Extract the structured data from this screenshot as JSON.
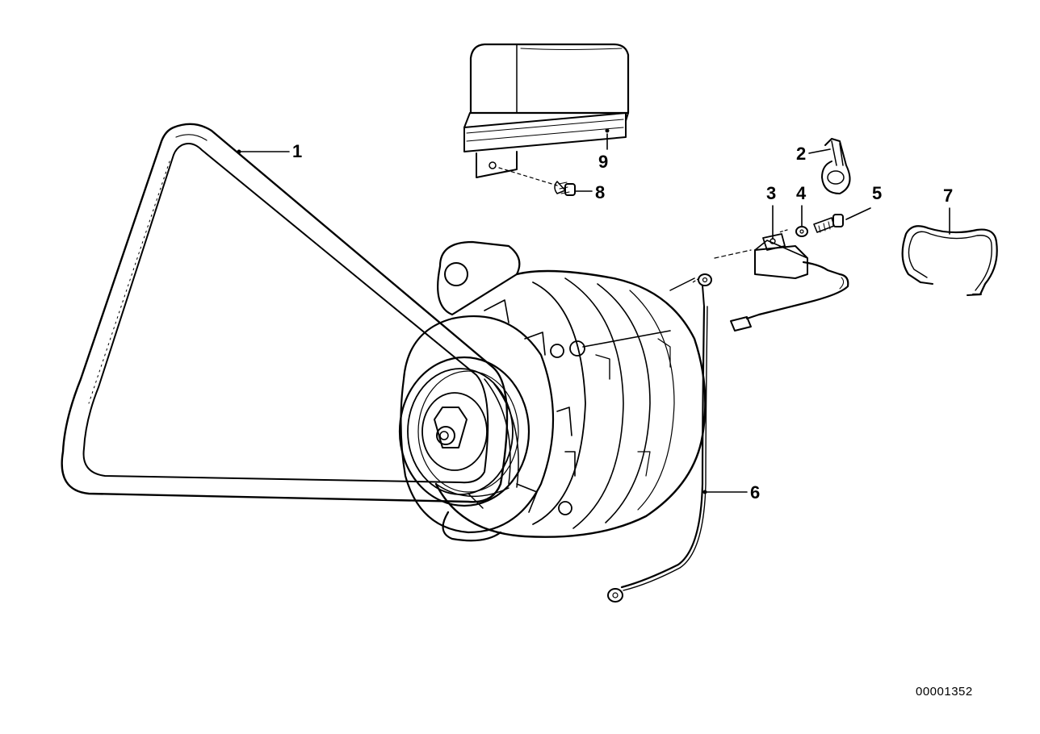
{
  "diagram": {
    "callouts": [
      {
        "id": "1",
        "label": "1"
      },
      {
        "id": "2",
        "label": "2"
      },
      {
        "id": "3",
        "label": "3"
      },
      {
        "id": "4",
        "label": "4"
      },
      {
        "id": "5",
        "label": "5"
      },
      {
        "id": "6",
        "label": "6"
      },
      {
        "id": "7",
        "label": "7"
      },
      {
        "id": "8",
        "label": "8"
      },
      {
        "id": "9",
        "label": "9"
      }
    ],
    "document_number": "00001352"
  }
}
